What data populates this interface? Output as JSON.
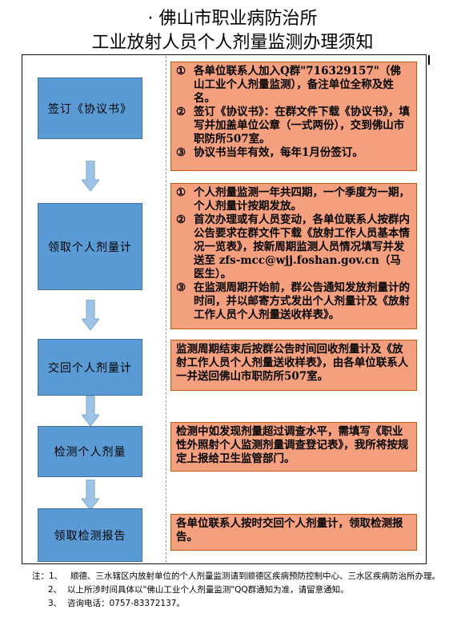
{
  "title_line1": "· 佛山市职业病防治所",
  "title_line2": "工业放射人员个人剂量监测办理须知",
  "steps": [
    {
      "label": "签订《协议书》"
    },
    {
      "label": "领取个人剂量计"
    },
    {
      "label": "交回个人剂量计"
    },
    {
      "label": "检测个人剂量"
    },
    {
      "label": "领取检测报告"
    }
  ],
  "boxes": [
    {
      "items": [
        {
          "num": "①",
          "text": "各单位联系人加入Q群\"716329157\"（佛山工业个人剂量监测），备注单位全称及姓名。"
        },
        {
          "num": "②",
          "text": "签订《协议书》：在群文件下载《协议书》，填写并加盖单位公章（一式两份），交到佛山市职防所507室。"
        },
        {
          "num": "③",
          "text": "协议书当年有效，每年1月份签订。"
        }
      ]
    },
    {
      "items": [
        {
          "num": "①",
          "text": "个人剂量监测一年共四期，一个季度为一期，个人剂量计按期发放。"
        },
        {
          "num": "②",
          "text": "首次办理或有人员变动，各单位联系人按群内公告要求在群文件下载《放射工作人员基本情况一览表》，按新周期监测人员情况填写并发送至 zfs-mcc@wjj.foshan.gov.cn（马医生）。"
        },
        {
          "num": "③",
          "text": "在监测周期开始前，群公告通知发放剂量计的时间，并以邮寄方式发出个人剂量计及《放射工作人员个人剂量送收样表》。"
        }
      ]
    },
    {
      "text": "监测周期结束后按群公告时间回收剂量计及《放射工作人员个人剂量送收样表》，由各单位联系人一并送回佛山市职防所507室。"
    },
    {
      "text": "检测中如发现剂量超过调查水平，需填写《职业性外照射个人监测剂量调查登记表》，我所将按规定上报给卫生监管部门。"
    },
    {
      "text": "各单位联系人按时交回个人剂量计，领取检测报告。"
    }
  ],
  "notes": [
    {
      "prefix": "注：1、",
      "text": "顺德、三水辖区内放射单位的个人剂量监测请到顺德区疾病预防控制中心、三水区疾病防治所办理。"
    },
    {
      "prefix": "2、",
      "text": "以上所涉时间具体以\"佛山工业个人剂量监测\"QQ群通知为准，请留意通知。"
    },
    {
      "prefix": "3、",
      "text": "咨询电话：0757-83372137。"
    }
  ],
  "colors": {
    "step_fill": "#5b9bd5",
    "box_fill": "#f4a07f",
    "arrow_fill": "#9dc3e6"
  }
}
